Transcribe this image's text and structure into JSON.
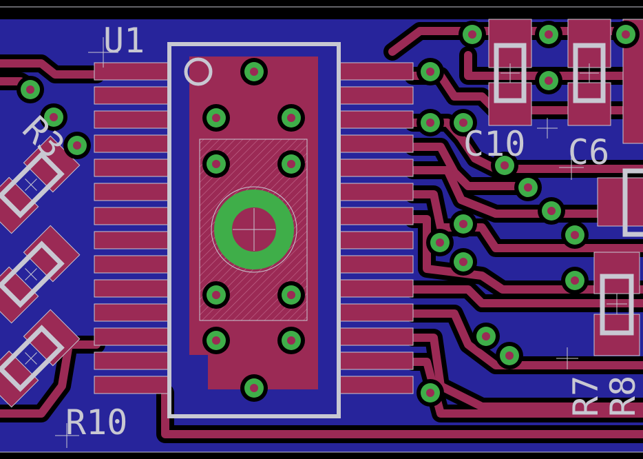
{
  "board": {
    "colors": {
      "background": "#000000",
      "copper_fill": "#27249b",
      "clearance": "#000000",
      "trace": "#9b2a55",
      "pad": "#9b2a55",
      "via_ring": "#3fae49",
      "via_hole": "#9b2a55",
      "silkscreen": "#c8c8d2"
    },
    "labels": {
      "u1": "U1",
      "c10": "C10",
      "c6": "C6",
      "r10": "R10",
      "r7": "R7",
      "r8": "R8",
      "r3": "R3"
    }
  }
}
